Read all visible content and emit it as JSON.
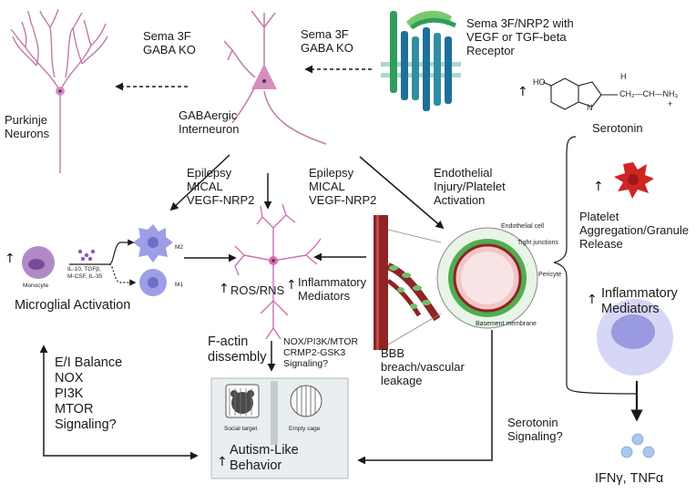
{
  "labels": {
    "sema_gaba_left": "Sema 3F\nGABA KO",
    "sema_gaba_mid": "Sema 3F\nGABA KO",
    "sema_receptor": "Sema 3F/NRP2 with\nVEGF or TGF-beta\nReceptor",
    "purkinje": "Purkinje\nNeurons",
    "gaba_interneuron": "GABAergic\nInterneuron",
    "serotonin": "Serotonin",
    "epilepsy_left": "Epilepsy\nMICAL\nVEGF-NRP2",
    "epilepsy_mid": "Epilepsy\nMICAL\nVEGF-NRP2",
    "endothelial_injury": "Endothelial\nInjury/Platelet\nActivation",
    "platelet": "Platelet\nAggregation/Granule\nRelease",
    "inflammatory_right": "Inflammatory\nMediators",
    "monocyte": "Monocyte",
    "cytokines": "IL-10, TGFβ,\nM-CSF, IL-35",
    "m2": "M2",
    "m1": "M1",
    "microglial": "Microglial Activation",
    "ros": "ROS/RNS",
    "inflammatory_mid": "Inflammatory\nMediators",
    "factin": "F-actin\ndissembly",
    "nox_signaling": "NOX/PI3K/MTOR\nCRMP2-GSK3\nSignaling?",
    "bbb": "BBB\nbreach/vascular\nleakage",
    "ei_balance": "E/I Balance\nNOX\nPI3K\nMTOR\nSignaling?",
    "serotonin_signaling": "Serotonin\nSignaling?",
    "social_target": "Social target",
    "empty_cage": "Empty cage",
    "autism": "Autism-Like\nBehavior",
    "ifn": "IFNγ, TNFα",
    "endothelial_cell": "Endothelial cell",
    "tight_junctions": "Tight junctions",
    "pericyte": "Pericyte",
    "basement_membrane": "Basement membrane",
    "chem_ho": "HO",
    "chem_h": "H",
    "chem_chain": "CH₂—CH—NH₃",
    "chem_n": "N",
    "chem_plus": "+"
  },
  "arrow_symbol": "↑",
  "colors": {
    "neuron": "#c07aa8",
    "neuron_body": "#d48fbd",
    "vessel": "#8e2424",
    "endothelium": "#4fae4f",
    "microglia": "#8f8fd8",
    "receptor_green": "#2f9e5a",
    "receptor_blue": "#1e6f99",
    "platelet": "#d02525",
    "immune_cell": "#b8b8ee",
    "cytokine": "#9fc3e8",
    "arrow": "#1a1a1a"
  }
}
